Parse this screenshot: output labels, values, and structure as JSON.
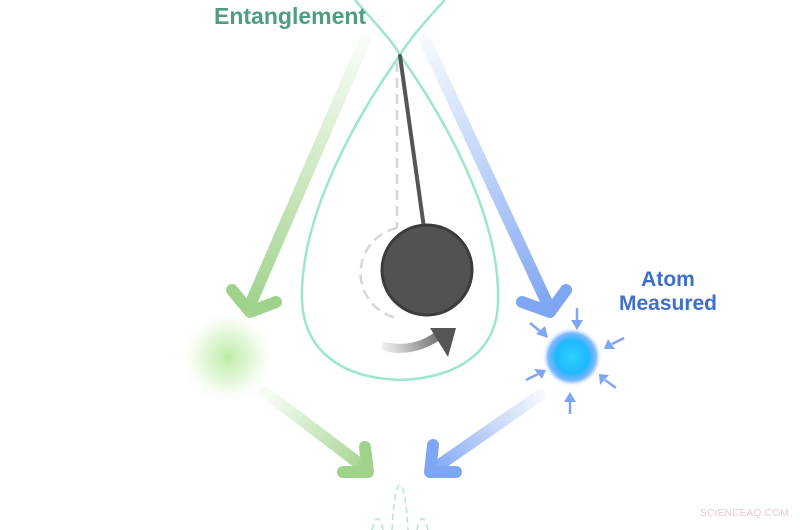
{
  "labels": {
    "entanglement": "Entanglement",
    "atom_line1": "Atom",
    "atom_line2": "Measured"
  },
  "watermark": "SCIENCEAQ.COM",
  "colors": {
    "entanglement_text": "#4e9e7e",
    "atom_text": "#3f6fc9",
    "teal_loop": "#8fe3c8",
    "green_arrow": "#9fd28a",
    "blue_arrow": "#7fa6f2",
    "pendulum": "#505050",
    "atom_glow": "#1fc0ff"
  }
}
